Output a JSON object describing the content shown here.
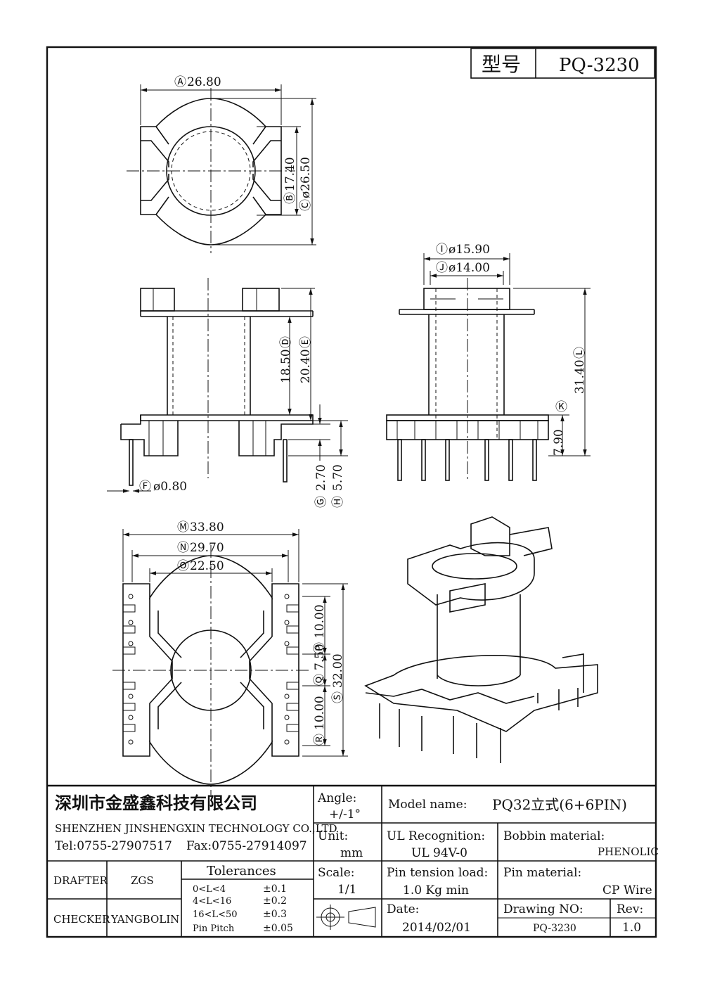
{
  "title_block_top": {
    "label": "型号",
    "value": "PQ-3230"
  },
  "dimensions": {
    "A": "26.80",
    "B": "17.40",
    "C": "ø26.50",
    "D": "18.50",
    "E": "20.40",
    "F": "ø0.80",
    "G": "2.70",
    "H": "5.70",
    "I": "ø15.90",
    "J": "ø14.00",
    "K": "7.90",
    "L": "31.40",
    "M": "33.80",
    "N": "29.70",
    "O": "22.50",
    "P": "10.00",
    "Q": "7.50",
    "R": "10.00",
    "S": "32.00"
  },
  "dim_tags": {
    "A": "A",
    "B": "B",
    "C": "C",
    "D": "D",
    "E": "E",
    "F": "F",
    "G": "G",
    "H": "H",
    "I": "I",
    "J": "J",
    "K": "K",
    "L": "L",
    "M": "M",
    "N": "N",
    "O": "O",
    "P": "P",
    "Q": "Q",
    "R": "R",
    "S": "S"
  },
  "company": {
    "name_cn": "深圳市金盛鑫科技有限公司",
    "name_en": "SHENZHEN JINSHENGXIN TECHNOLOGY CO.,LTD",
    "tel": "Tel:0755-27907517",
    "fax": "Fax:0755-27914097"
  },
  "angle": {
    "label": "Angle:",
    "value": "+/-1°"
  },
  "unit": {
    "label": "Unit:",
    "value": "mm"
  },
  "scale": {
    "label": "Scale:",
    "value": "1/1"
  },
  "model": {
    "label": "Model name:",
    "value": "PQ32立式(6+6PIN)"
  },
  "ul": {
    "label": "UL Recognition:",
    "value": "UL 94V-0"
  },
  "bobbin": {
    "label": "Bobbin material:",
    "value": "PHENOLIC"
  },
  "pin_tension": {
    "label": "Pin tension load:",
    "value": "1.0 Kg min"
  },
  "pin_material": {
    "label": "Pin material:",
    "value": "CP Wire"
  },
  "date": {
    "label": "Date:",
    "value": "2014/02/01"
  },
  "drawing_no": {
    "label": "Drawing NO:",
    "value": "PQ-3230"
  },
  "rev": {
    "label": "Rev:",
    "value": "1.0"
  },
  "drafter": {
    "label": "DRAFTER",
    "value": "ZGS"
  },
  "checker": {
    "label": "CHECKER",
    "value": "YANGBOLIN"
  },
  "tolerances": {
    "title": "Tolerances",
    "rows": [
      {
        "range": "0<L<4",
        "tol": "±0.1"
      },
      {
        "range": "4<L<16",
        "tol": "±0.2"
      },
      {
        "range": "16<L<50",
        "tol": "±0.3"
      },
      {
        "range": "Pin Pitch",
        "tol": "±0.05"
      }
    ]
  }
}
